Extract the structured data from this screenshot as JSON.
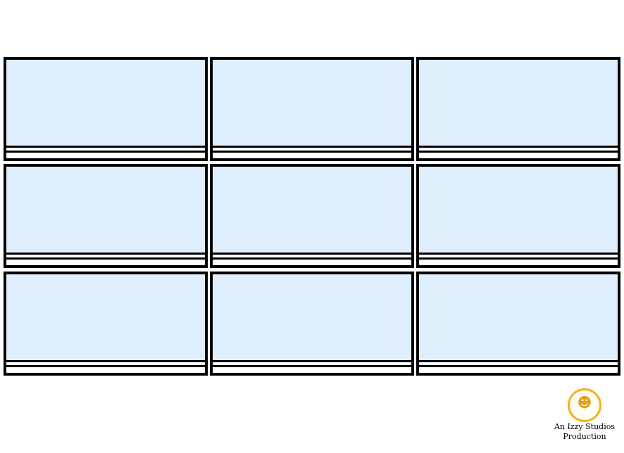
{
  "storyboard": {
    "rows": 3,
    "columns": 3,
    "frame_color": "#dfeffe",
    "border_color": "#000000",
    "panels": [
      {
        "row": 1,
        "col": 1
      },
      {
        "row": 1,
        "col": 2
      },
      {
        "row": 1,
        "col": 3
      },
      {
        "row": 2,
        "col": 1
      },
      {
        "row": 2,
        "col": 2
      },
      {
        "row": 2,
        "col": 3
      },
      {
        "row": 3,
        "col": 1
      },
      {
        "row": 3,
        "col": 2
      },
      {
        "row": 3,
        "col": 3
      }
    ]
  },
  "logo": {
    "icon": "cartoon-character-icon",
    "line1": "An Izzy Studios",
    "line2": "Production",
    "ring_color": "#f5b21e"
  }
}
